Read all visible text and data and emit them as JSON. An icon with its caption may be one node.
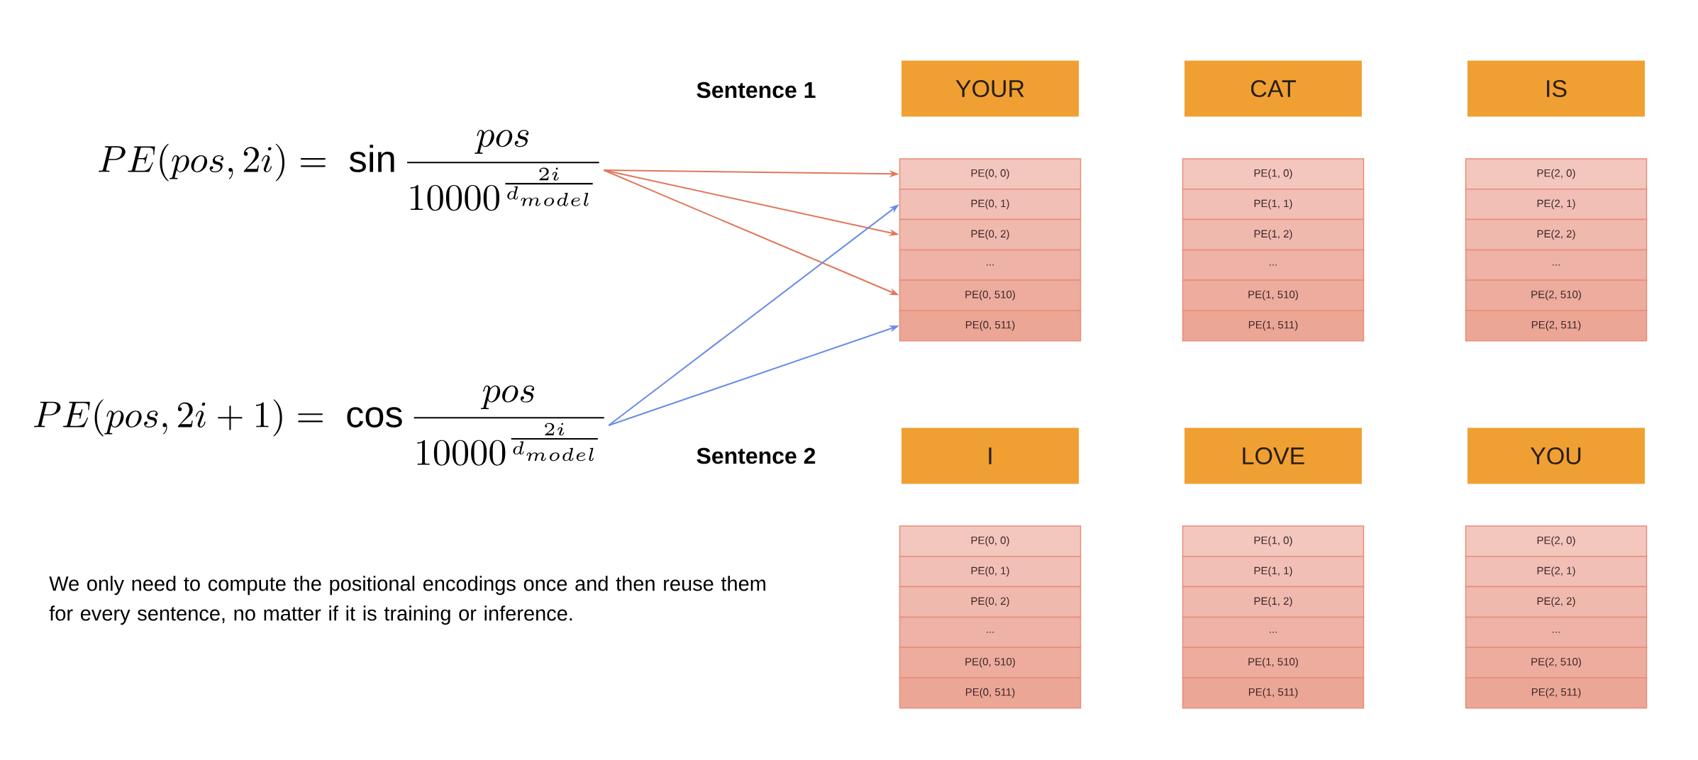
{
  "diagram": {
    "nodes": [
      {
        "text": [
          "PE(pos,2i)=\\ \\sin\\frac{pos}{10000^{\\frac{2i}{d_{model}}}}"
        ]
      },
      {
        "text": [
          "PE(pos,2i+1)=\\ \\cos\\frac{pos}{10000^{\\frac{2i}{d_{model}}}}"
        ]
      },
      {
        "text": [
          "YOUR"
        ]
      },
      {
        "text": [
          "CAT"
        ]
      },
      {
        "text": [
          "IS"
        ]
      },
      {
        "text": [
          "PE(0, 0)"
        ]
      },
      {
        "text": [
          "PE(0, 1)"
        ]
      },
      {
        "text": [
          "PE(0, 2)"
        ]
      },
      {
        "text": [
          "..."
        ]
      },
      {
        "text": [
          "PE(0, 510)"
        ]
      },
      {
        "text": [
          "PE(0, 511)"
        ]
      },
      {
        "text": [
          "PE(1, 0)"
        ]
      },
      {
        "text": [
          "PE(1, 1)"
        ]
      },
      {
        "text": [
          "PE(1, 2)"
        ]
      },
      {
        "text": [
          "..."
        ]
      },
      {
        "text": [
          "PE(1, 510)"
        ]
      },
      {
        "text": [
          "PE(1, 511)"
        ]
      },
      {
        "text": [
          "PE(2, 0)"
        ]
      },
      {
        "text": [
          "PE(2, 1)"
        ]
      },
      {
        "text": [
          "PE(2, 2)"
        ]
      },
      {
        "text": [
          "..."
        ]
      },
      {
        "text": [
          "PE(2, 510)"
        ]
      },
      {
        "text": [
          "PE(2, 511)"
        ]
      },
      {
        "text": [
          "I"
        ]
      },
      {
        "text": [
          "LOVE"
        ]
      },
      {
        "text": [
          "YOU"
        ]
      },
      {
        "text": [
          "PE(0, 0)"
        ]
      },
      {
        "text": [
          "PE(0, 1)"
        ]
      },
      {
        "text": [
          "PE(0, 2)"
        ]
      },
      {
        "text": [
          "..."
        ]
      },
      {
        "text": [
          "PE(0, 510)"
        ]
      },
      {
        "text": [
          "PE(0, 511)"
        ]
      },
      {
        "text": [
          "PE(1, 0)"
        ]
      },
      {
        "text": [
          "PE(1, 1)"
        ]
      },
      {
        "text": [
          "PE(1, 2)"
        ]
      },
      {
        "text": [
          "..."
        ]
      },
      {
        "text": [
          "PE(1, 510)"
        ]
      },
      {
        "text": [
          "PE(1, 511)"
        ]
      },
      {
        "text": [
          "PE(2, 0)"
        ]
      },
      {
        "text": [
          "PE(2, 1)"
        ]
      },
      {
        "text": [
          "PE(2, 2)"
        ]
      },
      {
        "text": [
          "..."
        ]
      },
      {
        "text": [
          "PE(2, 510)"
        ]
      },
      {
        "text": [
          "PE(2, 511)"
        ]
      }
    ],
    "edges": [
      {
        "from": 0,
        "to": 5,
        "arrow": "to",
        "color": "#e0775a"
      },
      {
        "from": 0,
        "to": 7,
        "arrow": "to",
        "color": "#e0775a"
      },
      {
        "from": 0,
        "to": 9,
        "arrow": "to",
        "color": "#e0775a"
      },
      {
        "from": 1,
        "to": 6,
        "arrow": "to",
        "color": "#6b8be8"
      },
      {
        "from": 1,
        "to": 10,
        "arrow": "to",
        "color": "#6b8be8"
      }
    ],
    "labels": [
      "Sentence 1",
      "Sentence 2",
      "We only need to compute the positional encodings once and then reuse them for every sentence, no matter if it is training or inference."
    ]
  }
}
